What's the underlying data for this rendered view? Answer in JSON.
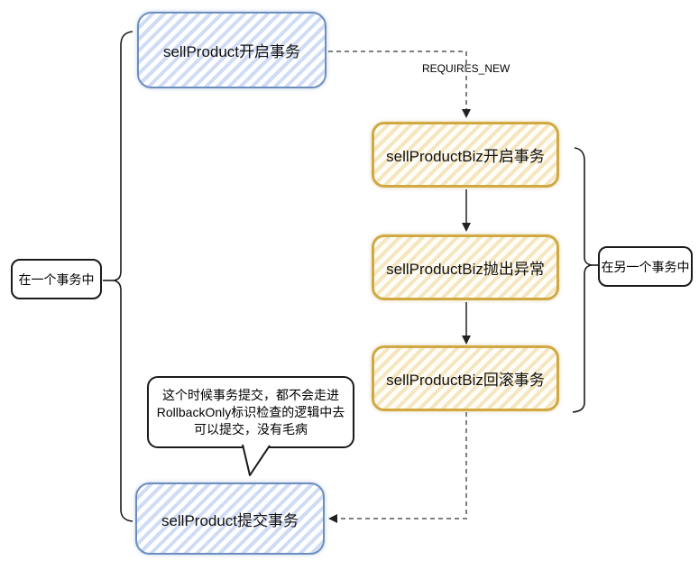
{
  "diagram": {
    "nodes": [
      {
        "id": "start",
        "label": "sellProduct开启事务",
        "style": "blue-hatch"
      },
      {
        "id": "biz_begin",
        "label": "sellProductBiz开启事务",
        "style": "yellow-hatch"
      },
      {
        "id": "biz_throw",
        "label": "sellProductBiz抛出异常",
        "style": "yellow-hatch"
      },
      {
        "id": "biz_rollback",
        "label": "sellProductBiz回滚事务",
        "style": "yellow-hatch"
      },
      {
        "id": "commit",
        "label": "sellProduct提交事务",
        "style": "blue-hatch"
      }
    ],
    "edges": [
      {
        "from": "start",
        "to": "biz_begin",
        "style": "dashed",
        "label": "REQUIRES_NEW"
      },
      {
        "from": "biz_begin",
        "to": "biz_throw",
        "style": "solid",
        "label": ""
      },
      {
        "from": "biz_throw",
        "to": "biz_rollback",
        "style": "solid",
        "label": ""
      },
      {
        "from": "biz_rollback",
        "to": "commit",
        "style": "dashed",
        "label": ""
      }
    ],
    "edge_label_requires_new": "REQUIRES_NEW",
    "annotations": {
      "left_bracket_label": "在一个事务中",
      "right_bracket_label": "在另一个事务中",
      "callout": {
        "line1": "这个时候事务提交，都不会走进",
        "line2": "RollbackOnly标识检查的逻辑中去",
        "line3": "可以提交，没有毛病"
      }
    },
    "colors": {
      "blue_border": "#6c8ebf",
      "blue_stripe": "#cfdcf4",
      "yellow_border": "#d0a943",
      "yellow_stripe": "#f5e6c0",
      "arrow_gray": "#808080",
      "arrow_dark": "#595959",
      "text": "#000000"
    }
  }
}
